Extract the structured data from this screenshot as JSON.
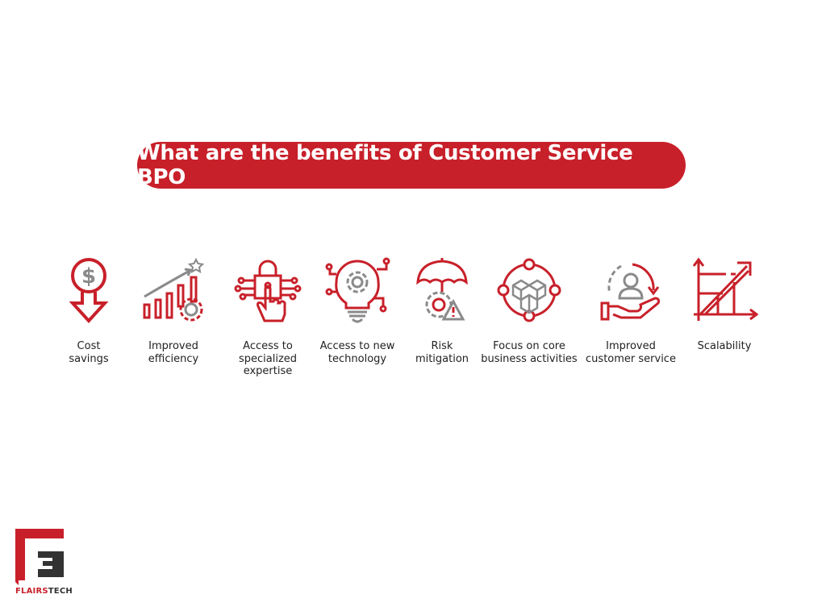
{
  "title": "What are the benefits of Customer Service BPO",
  "colors": {
    "accent": "#c8202a",
    "icon_gray": "#8a8a8a",
    "logo_dark": "#333333"
  },
  "benefits": [
    {
      "label": "Cost\nsavings",
      "icon": "dollar-down-arrow-icon"
    },
    {
      "label": "Improved\nefficiency",
      "icon": "growth-chart-gear-icon"
    },
    {
      "label": "Access to\nspecialized\nexpertise",
      "icon": "lock-circuit-hand-icon"
    },
    {
      "label": "Access to new\ntechnology",
      "icon": "lightbulb-gear-icon"
    },
    {
      "label": "Risk\nmitigation",
      "icon": "umbrella-gear-warning-icon"
    },
    {
      "label": "Focus on core\nbusiness activities",
      "icon": "cubes-network-icon"
    },
    {
      "label": "Improved\ncustomer service",
      "icon": "hand-user-cycle-icon"
    },
    {
      "label": "Scalability",
      "icon": "scaling-chart-arrow-icon"
    }
  ],
  "logo": {
    "brand_red": "FLAIRS",
    "brand_dark": "TECH"
  }
}
